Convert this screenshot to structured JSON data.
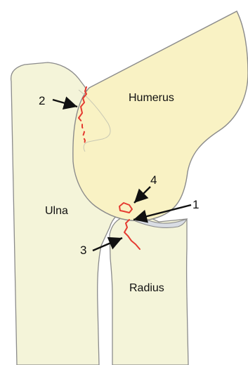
{
  "labels": {
    "humerus": "Humerus",
    "ulna": "Ulna",
    "radius": "Radius"
  },
  "callouts": {
    "one": "1",
    "two": "2",
    "three": "3",
    "four": "4"
  },
  "colors": {
    "humerus_fill": "#f9f2c4",
    "ulna_radius_fill": "#f4f4d9",
    "outline": "#8b8b8b",
    "fracture": "#e53b31",
    "arrow": "#111111",
    "joint_gap": "#d9dde4"
  }
}
